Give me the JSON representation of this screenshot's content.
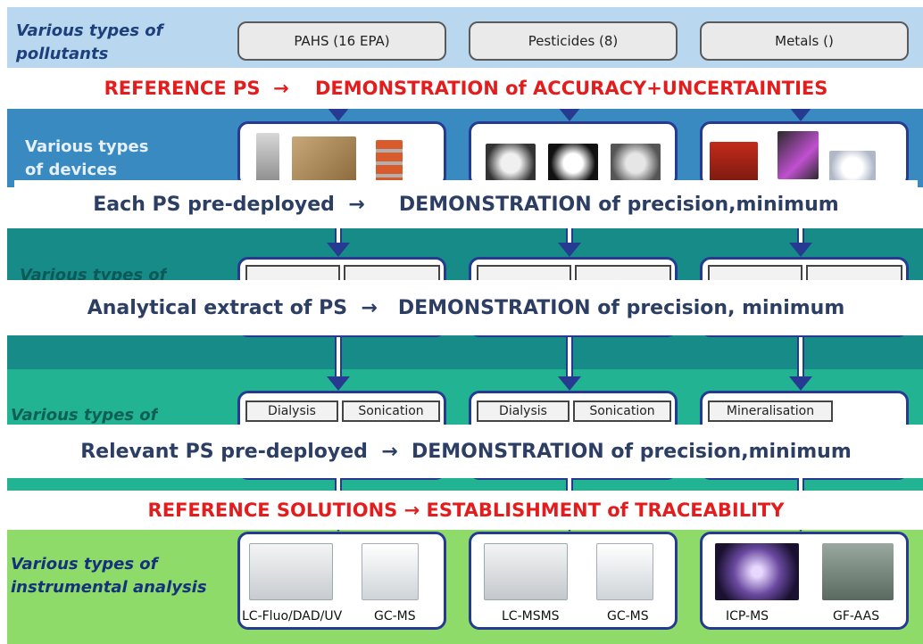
{
  "rows": {
    "pollutants": "Various types of\npollutants",
    "devices": "Various types\nof devices",
    "row3": "Various types of",
    "row4": "Various types of",
    "instrumental": "Various types of\ninstrumental analysis"
  },
  "pollutant_types": [
    "PAHS (16 EPA)",
    "Pesticides (8)",
    "Metals ()"
  ],
  "extraction_tabs": {
    "col1": [
      "Dialysis",
      "Sonication"
    ],
    "col2": [
      "Dialysis",
      "Sonication"
    ],
    "col3": [
      "Mineralisation"
    ]
  },
  "instruments": {
    "col1": [
      "LC-Fluo/DAD/UV",
      "GC-MS"
    ],
    "col2": [
      "LC-MSMS",
      "GC-MS"
    ],
    "col3": [
      "ICP-MS",
      "GF-AAS"
    ]
  },
  "overlays": {
    "o1": "REFERENCE PS  →    DEMONSTRATION of ACCURACY+UNCERTAINTIES",
    "o2": "Each PS pre-deployed  →     DEMONSTRATION of precision,minimum",
    "o3": "Analytical extract of PS  →   DEMONSTRATION of precision, minimum",
    "o4": "Relevant PS pre-deployed  →  DEMONSTRATION of precision,minimum",
    "o5": "REFERENCE SOLUTIONS → ESTABLISHMENT of TRACEABILITY"
  },
  "colors": {
    "red_text": "#e31d1d",
    "navy_text": "#2c3e63",
    "box_border": "#263a92"
  }
}
